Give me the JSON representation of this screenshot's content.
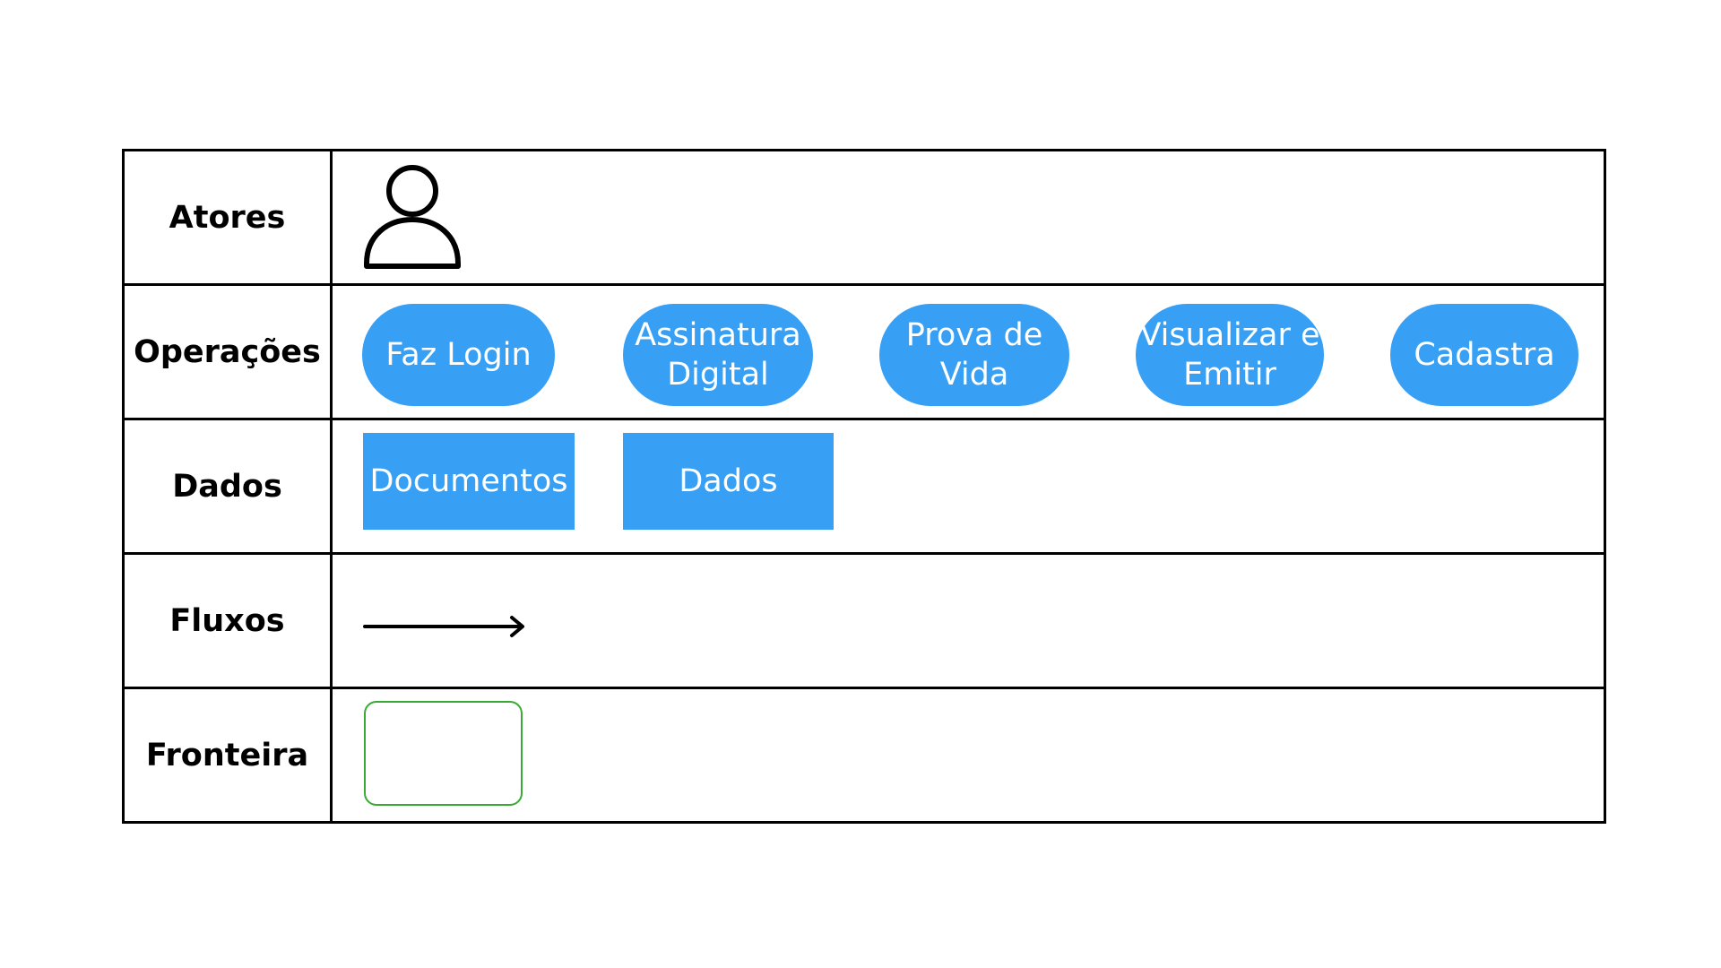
{
  "rows": {
    "atores": {
      "label": "Atores"
    },
    "operacoes": {
      "label": "Operações",
      "items": [
        "Faz Login",
        "Assinatura\nDigital",
        "Prova de\nVida",
        "Visualizar e\nEmitir",
        "Cadastra"
      ]
    },
    "dados": {
      "label": "Dados",
      "items": [
        "Documentos",
        "Dados"
      ]
    },
    "fluxos": {
      "label": "Fluxos"
    },
    "fronteira": {
      "label": "Fronteira"
    }
  },
  "icons": {
    "actor": "person-icon",
    "flow": "arrow-right-icon",
    "boundary": "boundary-box"
  },
  "colors": {
    "operation_fill": "#379ff4",
    "data_fill": "#379ff4",
    "boundary_stroke": "#3aaa35",
    "grid": "#000000"
  }
}
